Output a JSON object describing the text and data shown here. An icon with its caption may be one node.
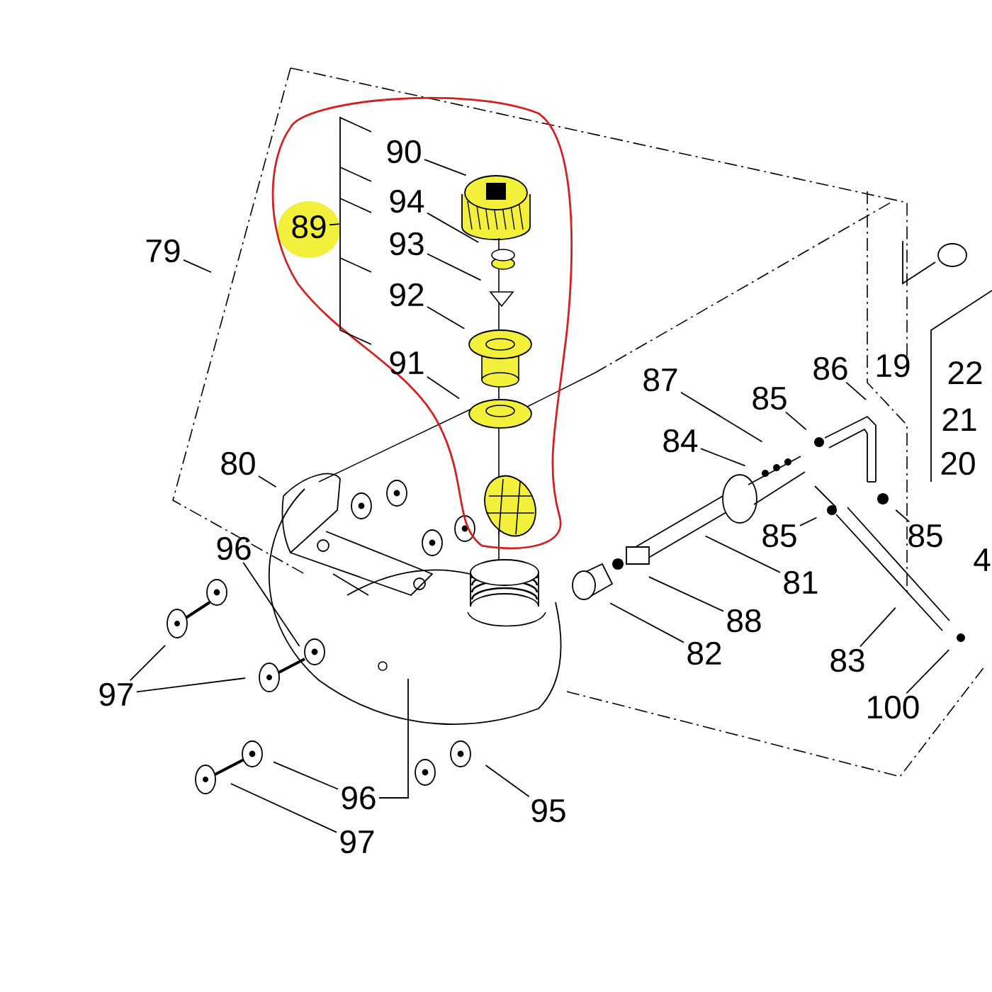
{
  "diagram": {
    "nodes": [
      {
        "text": [
          "90"
        ]
      },
      {
        "text": [
          "94"
        ]
      },
      {
        "text": [
          "93"
        ]
      },
      {
        "text": [
          "92"
        ]
      },
      {
        "text": [
          "91"
        ]
      },
      {
        "text": [
          "89"
        ]
      },
      {
        "text": [
          "79"
        ]
      },
      {
        "text": [
          "80"
        ]
      },
      {
        "text": [
          "96"
        ]
      },
      {
        "text": [
          "97"
        ]
      },
      {
        "text": [
          "96"
        ]
      },
      {
        "text": [
          "97"
        ]
      },
      {
        "text": [
          "95"
        ]
      },
      {
        "text": [
          "87"
        ]
      },
      {
        "text": [
          "85"
        ]
      },
      {
        "text": [
          "86"
        ]
      },
      {
        "text": [
          "84"
        ]
      },
      {
        "text": [
          "85"
        ]
      },
      {
        "text": [
          "85"
        ]
      },
      {
        "text": [
          "81"
        ]
      },
      {
        "text": [
          "88"
        ]
      },
      {
        "text": [
          "82"
        ]
      },
      {
        "text": [
          "83"
        ]
      },
      {
        "text": [
          "100"
        ]
      },
      {
        "text": [],
        "shape": "bar"
      }
    ],
    "edges": [
      {
        "from": 0,
        "to": null,
        "arrow": "none"
      },
      {
        "from": 1,
        "to": null,
        "arrow": "none"
      },
      {
        "from": 2,
        "to": null,
        "arrow": "none"
      },
      {
        "from": 3,
        "to": null,
        "arrow": "none"
      },
      {
        "from": 4,
        "to": null,
        "arrow": "none"
      },
      {
        "from": 5,
        "to": 24,
        "arrow": "none"
      },
      {
        "from": 6,
        "to": null,
        "arrow": "none"
      },
      {
        "from": 7,
        "to": null,
        "arrow": "none"
      },
      {
        "from": 8,
        "to": null,
        "arrow": "none"
      },
      {
        "from": 9,
        "to": null,
        "arrow": "none"
      },
      {
        "from": 9,
        "to": null,
        "arrow": "none"
      },
      {
        "from": 10,
        "to": null,
        "arrow": "none"
      },
      {
        "from": 10,
        "to": null,
        "arrow": "none"
      },
      {
        "from": 11,
        "to": null,
        "arrow": "none"
      },
      {
        "from": 12,
        "to": null,
        "arrow": "none"
      },
      {
        "from": 13,
        "to": null,
        "arrow": "none"
      },
      {
        "from": 14,
        "to": null,
        "arrow": "none"
      },
      {
        "from": 15,
        "to": null,
        "arrow": "none"
      },
      {
        "from": 16,
        "to": null,
        "arrow": "none"
      },
      {
        "from": 17,
        "to": null,
        "arrow": "none"
      },
      {
        "from": 18,
        "to": null,
        "arrow": "none"
      },
      {
        "from": 19,
        "to": null,
        "arrow": "none"
      },
      {
        "from": 20,
        "to": null,
        "arrow": "none"
      },
      {
        "from": 21,
        "to": null,
        "arrow": "none"
      },
      {
        "from": 22,
        "to": null,
        "arrow": "none"
      },
      {
        "from": 23,
        "to": null,
        "arrow": "none"
      }
    ],
    "labels": [
      "19",
      "22",
      "21",
      "20",
      "4"
    ]
  }
}
